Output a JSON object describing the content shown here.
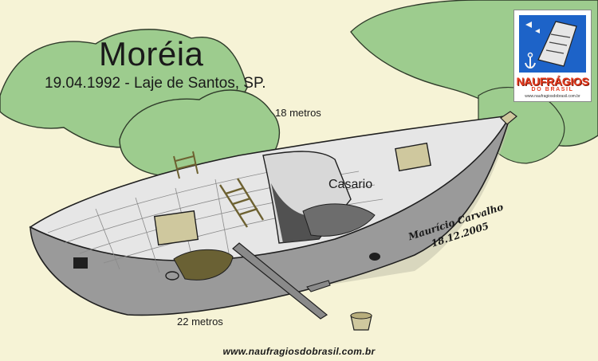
{
  "map": {
    "title": "Moréia",
    "subtitle": "19.04.1992 - Laje de Santos, SP.",
    "depth_top": "18 metros",
    "depth_bottom": "22 metros",
    "area_label": "Casario",
    "signature_name": "Maurício Carvalho",
    "signature_date": "18.12.2005",
    "website": "www.naufragiosdobrasil.com.br"
  },
  "logo": {
    "name": "NAUFRÁGIOS",
    "tagline": "DO BRASIL",
    "url": "www.naufragiosdobrasil.com.br"
  },
  "colors": {
    "background": "#f6f3d6",
    "seabed_rocks": "#9dcc8e",
    "hull": "#9a9a9a",
    "deck": "#e6e6e6",
    "logo_accent": "#e53a1e",
    "logo_sea": "#1d63c8"
  }
}
